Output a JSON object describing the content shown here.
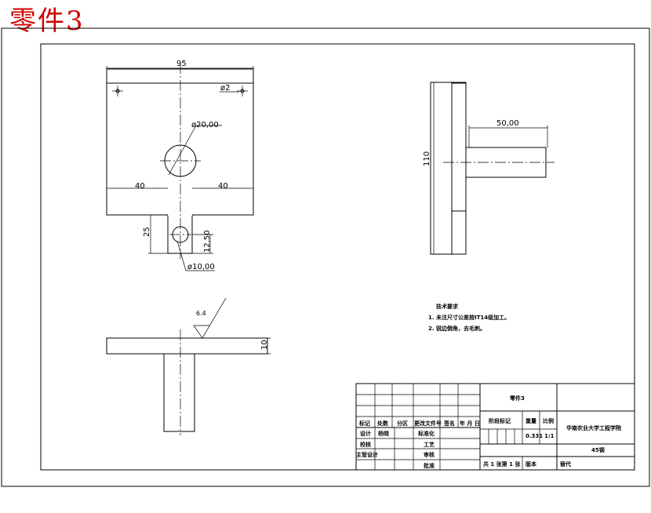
{
  "stamp": "零件3",
  "front_view": {
    "dim_width": "95",
    "dim_hole_small": "ø2",
    "dim_hole_big": "ø20,00",
    "dim_left": "40",
    "dim_right": "40",
    "dim_stem": "25",
    "dim_offset": "12,50",
    "dim_hole_stem": "ø10,00"
  },
  "side_view": {
    "dim_length": "50,00",
    "dim_height": "110"
  },
  "top_view": {
    "roughness": "6.4",
    "dim_thickness": "10"
  },
  "notes": {
    "title": "技术要求",
    "items": [
      "1. 未注尺寸公差按IT14级加工。",
      "2. 锐边倒角，去毛刺。"
    ]
  },
  "title_block": {
    "part_name": "零件3",
    "header_labels": [
      "标记",
      "处数",
      "分区",
      "更改文件号",
      "签名",
      "年 月 日"
    ],
    "role_labels": [
      "设计",
      "校核",
      "主管设计"
    ],
    "role_names": [
      "杨晓",
      "",
      ""
    ],
    "std_label": "标准化",
    "process_label": "工艺",
    "review_label": "审核",
    "approve_label": "批准",
    "stage_label": "阶段标记",
    "weight_label": "重量",
    "scale_label": "比例",
    "weight_value": "0.331",
    "scale_value": "1:1",
    "school": "华南农业大学工程学院",
    "material": "45钢",
    "sheets": "共 1 张第 1 张",
    "version": "版本",
    "replace": "替代"
  }
}
